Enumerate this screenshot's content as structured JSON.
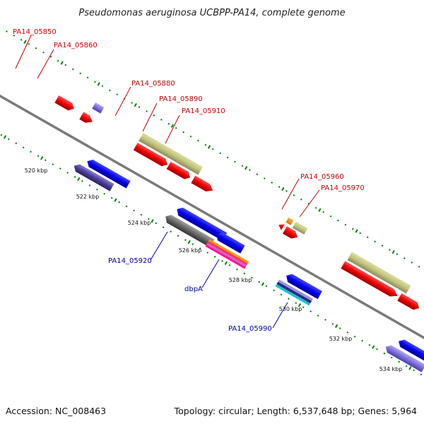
{
  "title": "Pseudomonas aeruginosa UCBPP-PA14, complete genome",
  "accession": "Accession: NC_008463",
  "summary": "Topology: circular; Length: 6,537,648 bp; Genes: 5,964",
  "colors": {
    "label_red": "#cc0000",
    "label_blue": "#0000aa",
    "backbone": "#808080",
    "tick_green": "#008000"
  },
  "kbp_labels": [
    "520 kbp",
    "522 kbp",
    "524 kbp",
    "526 kbp",
    "528 kbp",
    "530 kbp",
    "532 kbp",
    "534 kbp"
  ],
  "gene_labels": {
    "pa14_05850": "PA14_05850",
    "pa14_05860": "PA14_05860",
    "pa14_05880": "PA14_05880",
    "pa14_05890": "PA14_05890",
    "pa14_05910": "PA14_05910",
    "pa14_05960": "PA14_05960",
    "pa14_05970": "PA14_05970",
    "pa14_05920": "PA14_05920",
    "dbpA": "dbpA",
    "pa14_05990": "PA14_05990"
  }
}
